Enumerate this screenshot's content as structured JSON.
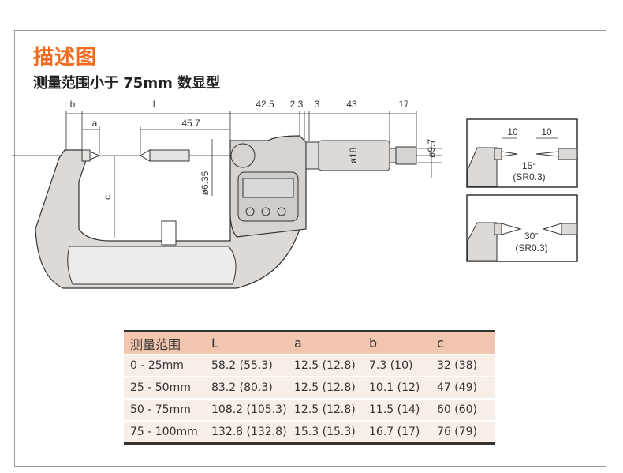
{
  "title": "描述图",
  "subtitle": "测量范围小于 75mm 数显型",
  "drawing": {
    "dims": {
      "b": "b",
      "L": "L",
      "a": "a",
      "d45_7": "45.7",
      "d42_5": "42.5",
      "d2_3": "2.3",
      "d3": "3",
      "d43": "43",
      "d17": "17",
      "phi9_7": "ø9.7",
      "phi18": "ø18",
      "phi6_35": "ø6.35",
      "c": "c"
    },
    "detail_top": {
      "left": "10",
      "right": "10",
      "angle": "15°",
      "sr": "(SR0.3)"
    },
    "detail_bottom": {
      "angle": "30°",
      "sr": "(SR0.3)"
    }
  },
  "table": {
    "headers": [
      "测量范围",
      "L",
      "a",
      "b",
      "c"
    ],
    "rows": [
      [
        "0 - 25mm",
        "58.2 (55.3)",
        "12.5 (12.8)",
        "7.3 (10)",
        "32 (38)"
      ],
      [
        "25 - 50mm",
        "83.2 (80.3)",
        "12.5 (12.8)",
        "10.1 (12)",
        "47 (49)"
      ],
      [
        "50 - 75mm",
        "108.2 (105.3)",
        "12.5 (12.8)",
        "11.5 (14)",
        "60 (60)"
      ],
      [
        "75 - 100mm",
        "132.8 (132.8)",
        "15.3 (15.3)",
        "16.7 (17)",
        "76 (79)"
      ]
    ]
  },
  "colors": {
    "title": "#f26a1b",
    "header_row": "#f2c6ae",
    "row": "#f8eee8",
    "body": "#dcd9d7"
  }
}
